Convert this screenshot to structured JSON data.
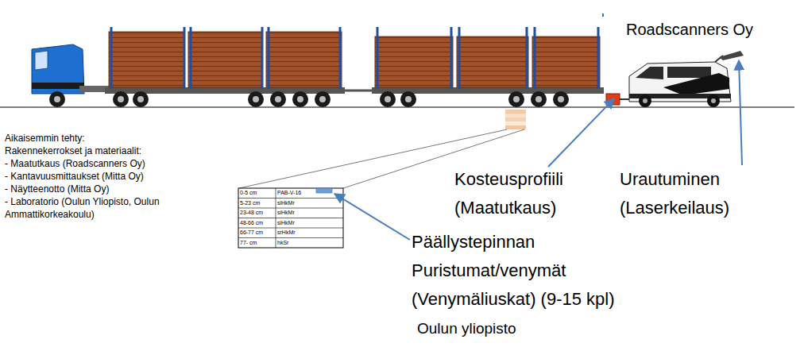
{
  "diagram": {
    "labels": [
      "Roadscanners Oy",
      "Aikaisemmin tehty:",
      "Rakennekerrokset ja materiaalit:",
      "- Maatutkaus (Roadscanners Oy)",
      "- Kantavuusmittaukset (Mitta Oy)",
      "- Näytteenotto (Mitta Oy)",
      "- Laboratorio (Oulun Yliopisto, Oulun Ammattikorkeakoulu)",
      "0-5 cm",
      "PAB-V-16",
      "5-23 cm",
      "siHkMr",
      "23-48 cm",
      "siHkMr",
      "48-66 cm",
      "siHkMr",
      "66-77 cm",
      "srHkMr",
      "77- cm",
      "hkSr",
      "Kosteusprofiili (Maatutkaus)",
      "Urautuminen (Laserkeilaus)",
      "Päällystepinnan Puristumat/venymät (Venymäliuskat) (9-15 kpl)",
      "Oulun yliopisto"
    ]
  }
}
